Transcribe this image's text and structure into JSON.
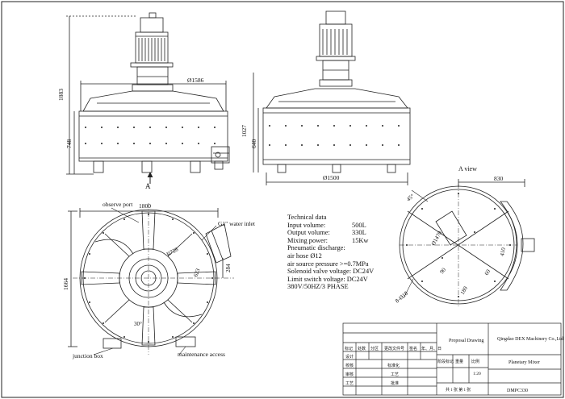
{
  "labels": {
    "front_view_marker": "A",
    "a_view_title": "A view",
    "observe_port": "observe port",
    "water_inlet": "G1\" water inlet",
    "junction_box": "junction box",
    "maintenance_access": "maintenance access"
  },
  "dimensions": {
    "front_height": "1883",
    "front_body": "748",
    "front_diameter": "Ø1586",
    "side_height": "1027",
    "side_body": "640",
    "side_diameter": "Ø1500",
    "top_width": "1800",
    "top_height": "1664",
    "top_r728": "R728",
    "top_623": "623",
    "top_284": "284",
    "top_angle": "30°",
    "a_width": "830",
    "a_diam": "Ø1470",
    "a_45": "45°",
    "a_410": "410",
    "a_180": "180",
    "a_90": "90",
    "a_holes": "8-Ø18",
    "a_60": "60"
  },
  "technical_data": {
    "title": "Technical data",
    "rows": [
      {
        "label": "Input volume:",
        "value": "500L"
      },
      {
        "label": "Output volume:",
        "value": "330L"
      },
      {
        "label": "Mixing power:",
        "value": "15Kw"
      }
    ],
    "lines": [
      "Pneumatic discharge:",
      "air hose Ø12",
      "air source pressure >=0.7MPa",
      "Solenoid valve voltage:   DC24V",
      "Limit switch voltage:   DC24V",
      "380V/50HZ/3 PHASE"
    ]
  },
  "title_block": {
    "company": "Qingdao DEX Machinery Co.,Ltd",
    "drawing_type": "Proposal Drawing",
    "product": "Planetary Mixer",
    "model": "DMPC330",
    "scale_label": "比例",
    "scale": "1:20",
    "sheet_info": "共 1 张   第 1 张",
    "rev_headers": [
      "标记",
      "处数",
      "分区",
      "更改文件号",
      "签名",
      "年、月、日"
    ],
    "roles": [
      "设计",
      "校核",
      "审核",
      "工艺"
    ],
    "std_label": "标准化",
    "process_label": "工艺",
    "review_label": "批准",
    "stage_headers": [
      "阶段标记",
      "重量",
      "比例"
    ]
  }
}
